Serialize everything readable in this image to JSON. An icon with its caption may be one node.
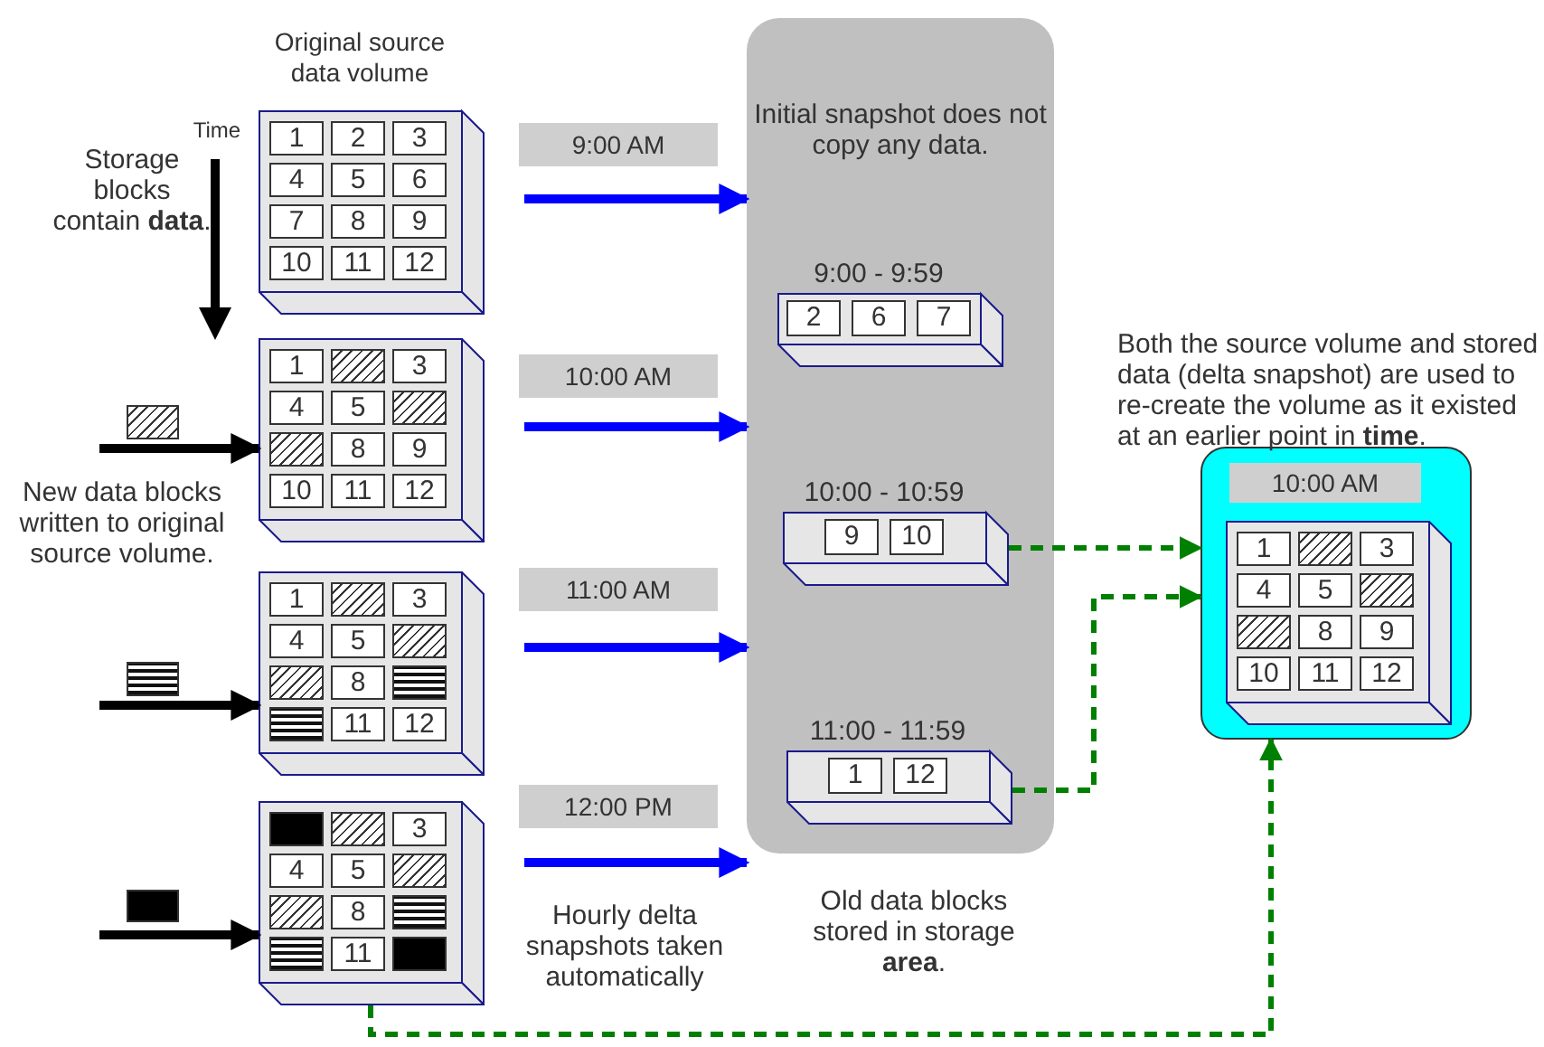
{
  "diagram": {
    "nodes": [
      {
        "text": [
          "Original source data volume"
        ]
      },
      {
        "text": [
          "1"
        ],
        "in": 0
      },
      {
        "text": [
          "2"
        ],
        "in": 0
      },
      {
        "text": [
          "3"
        ],
        "in": 0
      },
      {
        "text": [
          "4"
        ],
        "in": 0
      },
      {
        "text": [
          "5"
        ],
        "in": 0
      },
      {
        "text": [
          "6"
        ],
        "in": 0
      },
      {
        "text": [
          "7"
        ],
        "in": 0
      },
      {
        "text": [
          "8"
        ],
        "in": 0
      },
      {
        "text": [
          "9"
        ],
        "in": 0
      },
      {
        "text": [
          "10"
        ],
        "in": 0
      },
      {
        "text": [
          "11"
        ],
        "in": 0
      },
      {
        "text": [
          "12"
        ],
        "in": 0
      },
      {
        "text": [
          "9:00 AM"
        ]
      },
      {
        "text": [
          "Initial snapshot does not copy any data."
        ],
        "beside": [
          "Old data blocks stored in storage **area**."
        ]
      },
      {
        "text": [
          "9:00 - 9:59"
        ],
        "in": 14
      },
      {
        "text": [
          "2"
        ],
        "in": 15
      },
      {
        "text": [
          "6"
        ],
        "in": 15
      },
      {
        "text": [
          "7"
        ],
        "in": 15
      },
      {
        "text": [],
        "shape": "box"
      },
      {
        "text": [],
        "shape": "box"
      },
      {
        "text": [
          "1"
        ],
        "in": 20
      },
      {
        "text": [],
        "shape": "box",
        "in": 20
      },
      {
        "text": [
          "3"
        ],
        "in": 20
      },
      {
        "text": [
          "4"
        ],
        "in": 20
      },
      {
        "text": [
          "5"
        ],
        "in": 20
      },
      {
        "text": [],
        "shape": "box",
        "in": 20
      },
      {
        "text": [],
        "shape": "box",
        "in": 20
      },
      {
        "text": [
          "8"
        ],
        "in": 20
      },
      {
        "text": [
          "9"
        ],
        "in": 20
      },
      {
        "text": [
          "10"
        ],
        "in": 20
      },
      {
        "text": [
          "11"
        ],
        "in": 20
      },
      {
        "text": [
          "12"
        ],
        "in": 20
      },
      {
        "text": [
          "10:00 AM"
        ]
      },
      {
        "text": [
          "10:00 - 10:59"
        ],
        "in": 14
      },
      {
        "text": [
          "9"
        ],
        "in": 34
      },
      {
        "text": [
          "10"
        ],
        "in": 34
      },
      {
        "text": [],
        "shape": "box"
      },
      {
        "text": [
          "10:00 AM"
        ],
        "in": 37
      },
      {
        "text": [],
        "shape": "box",
        "in": 37
      },
      {
        "text": [
          "1"
        ],
        "in": 39
      },
      {
        "text": [],
        "shape": "box",
        "in": 39
      },
      {
        "text": [
          "3"
        ],
        "in": 39
      },
      {
        "text": [
          "4"
        ],
        "in": 39
      },
      {
        "text": [
          "5"
        ],
        "in": 39
      },
      {
        "text": [],
        "shape": "box",
        "in": 39
      },
      {
        "text": [],
        "shape": "box",
        "in": 39
      },
      {
        "text": [
          "8"
        ],
        "in": 39
      },
      {
        "text": [
          "9"
        ],
        "in": 39
      },
      {
        "text": [
          "10"
        ],
        "in": 39
      },
      {
        "text": [
          "11"
        ],
        "in": 39
      },
      {
        "text": [
          "12"
        ],
        "in": 39
      },
      {
        "text": [],
        "shape": "box"
      },
      {
        "text": [],
        "shape": "box"
      },
      {
        "text": [
          "1"
        ],
        "in": 53
      },
      {
        "text": [],
        "shape": "box",
        "in": 53
      },
      {
        "text": [
          "3"
        ],
        "in": 53
      },
      {
        "text": [
          "4"
        ],
        "in": 53
      },
      {
        "text": [
          "5"
        ],
        "in": 53
      },
      {
        "text": [],
        "shape": "box",
        "in": 53
      },
      {
        "text": [],
        "shape": "box",
        "in": 53
      },
      {
        "text": [
          "8"
        ],
        "in": 53
      },
      {
        "text": [],
        "shape": "box",
        "in": 53
      },
      {
        "text": [],
        "shape": "box",
        "in": 53
      },
      {
        "text": [
          "11"
        ],
        "in": 53
      },
      {
        "text": [
          "12"
        ],
        "in": 53
      },
      {
        "text": [
          "11:00 AM"
        ]
      },
      {
        "text": [
          "11:00 - 11:59"
        ],
        "in": 14
      },
      {
        "text": [
          "1"
        ],
        "in": 67
      },
      {
        "text": [
          "12"
        ],
        "in": 67
      },
      {
        "text": [],
        "shape": "box"
      },
      {
        "text": [],
        "shape": "box"
      },
      {
        "text": [],
        "shape": "box",
        "in": 71
      },
      {
        "text": [],
        "shape": "box",
        "in": 71
      },
      {
        "text": [
          "3"
        ],
        "in": 71
      },
      {
        "text": [
          "4"
        ],
        "in": 71
      },
      {
        "text": [
          "5"
        ],
        "in": 71
      },
      {
        "text": [],
        "shape": "box",
        "in": 71
      },
      {
        "text": [],
        "shape": "box",
        "in": 71
      },
      {
        "text": [
          "8"
        ],
        "in": 71
      },
      {
        "text": [],
        "shape": "box",
        "in": 71
      },
      {
        "text": [],
        "shape": "box",
        "in": 71
      },
      {
        "text": [
          "11"
        ],
        "in": 71
      },
      {
        "text": [],
        "shape": "box",
        "in": 71
      },
      {
        "text": [
          "12:00 PM"
        ]
      }
    ],
    "edges": [
      {
        "from": null,
        "to": 14,
        "arrow": "to",
        "color": "#0000ff"
      },
      {
        "from": null,
        "to": 20,
        "arrow": "to",
        "color": "#000000"
      },
      {
        "from": null,
        "to": 14,
        "arrow": "to",
        "color": "#0000ff"
      },
      {
        "from": 34,
        "to": 37,
        "arrow": "to",
        "style": "dashed",
        "color": "#008000"
      },
      {
        "from": null,
        "to": 53,
        "arrow": "to",
        "color": "#000000"
      },
      {
        "from": null,
        "to": 14,
        "arrow": "to",
        "color": "#0000ff"
      },
      {
        "from": 67,
        "to": 37,
        "arrow": "to",
        "style": "dashed",
        "color": "#008000"
      },
      {
        "from": null,
        "to": 71,
        "arrow": "to",
        "color": "#000000"
      },
      {
        "from": null,
        "to": 14,
        "arrow": "to",
        "color": "#0000ff"
      },
      {
        "from": 71,
        "to": 37,
        "arrow": "to",
        "style": "dashed",
        "color": "#008000"
      }
    ],
    "labels": [
      "Time",
      "Storage blocks contain **data**.",
      "New data blocks written to original source volume.",
      "Hourly delta snapshots taken automatically",
      "Both the source volume and stored data (delta snapshot) are used to re-create the volume as it existed at an earlier point in **time**."
    ]
  }
}
